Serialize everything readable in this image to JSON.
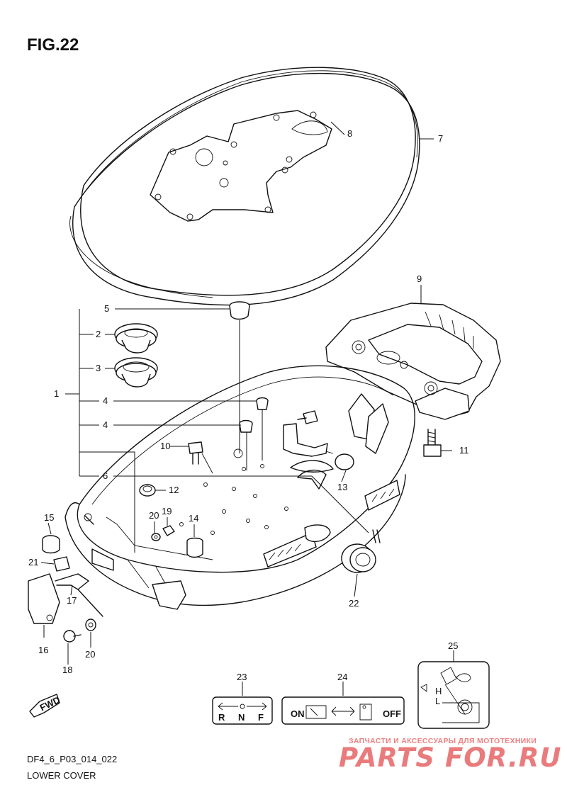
{
  "figure": {
    "title": "FIG.22",
    "code": "DF4_6_P03_014_022",
    "caption": "LOWER COVER"
  },
  "parts": {
    "p1": "1",
    "p2": "2",
    "p3": "3",
    "p4a": "4",
    "p4b": "4",
    "p5": "5",
    "p6": "6",
    "p7": "7",
    "p8": "8",
    "p9": "9",
    "p10": "10",
    "p11": "11",
    "p12": "12",
    "p13": "13",
    "p14": "14",
    "p15": "15",
    "p16": "16",
    "p17": "17",
    "p18": "18",
    "p19": "19",
    "p20a": "20",
    "p20b": "20",
    "p21": "21",
    "p22": "22",
    "p23": "23",
    "p24": "24",
    "p25": "25"
  },
  "labels": {
    "fwd": "FWD",
    "gear_r": "R",
    "gear_n": "N",
    "gear_f": "F",
    "choke_on": "ON",
    "choke_off": "OFF",
    "oil_h": "H",
    "oil_l": "L"
  },
  "watermark": {
    "tagline": "ЗАПЧАСТИ И АКСЕССУАРЫ ДЛЯ МОТОТЕХНИКИ",
    "logo": "PARTS FOR.RU"
  }
}
